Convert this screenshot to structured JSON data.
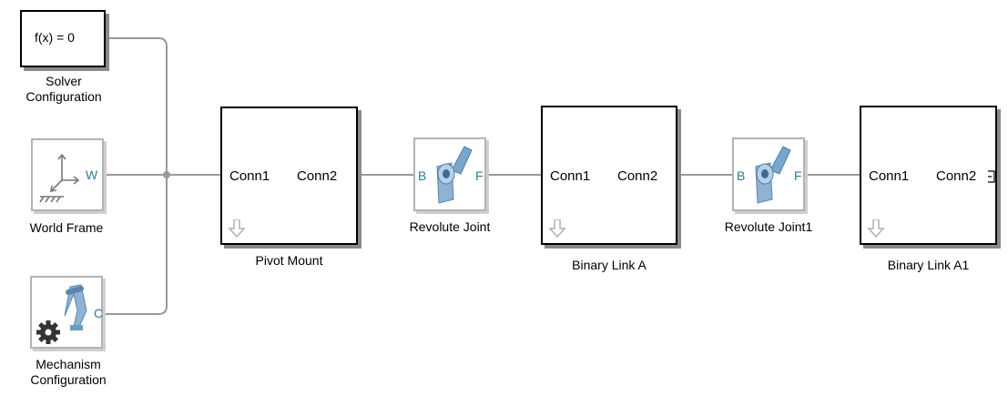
{
  "diagram": {
    "solver": {
      "equation": "f(x) = 0",
      "label_line1": "Solver",
      "label_line2": "Configuration"
    },
    "world_frame": {
      "port": "W",
      "label": "World Frame"
    },
    "mechanism": {
      "port": "C",
      "label_line1": "Mechanism",
      "label_line2": "Configuration"
    },
    "pivot_mount": {
      "conn1": "Conn1",
      "conn2": "Conn2",
      "label": "Pivot Mount"
    },
    "revolute_joint": {
      "port_b": "B",
      "port_f": "F",
      "label": "Revolute Joint"
    },
    "binary_link_a": {
      "conn1": "Conn1",
      "conn2": "Conn2",
      "label": "Binary Link A"
    },
    "revolute_joint1": {
      "port_b": "B",
      "port_f": "F",
      "label": "Revolute Joint1"
    },
    "binary_link_a1": {
      "conn1": "Conn1",
      "conn2": "Conn2",
      "label": "Binary Link A1"
    }
  },
  "colors": {
    "line": "#999999",
    "block_border": "#000000",
    "joint_blue": "#6f9cc2",
    "port_teal": "#2e7d8c",
    "arrow_gray": "#b0b0b0"
  },
  "icons": [
    "world-frame-icon",
    "mechanism-config-icon",
    "gear-icon",
    "revolute-joint-icon",
    "down-arrow-icon"
  ]
}
